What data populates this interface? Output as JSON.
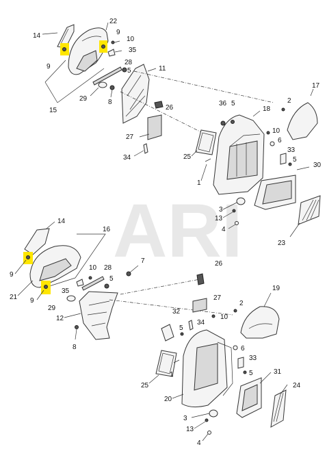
{
  "watermark": "ARI",
  "highlight_color": "#ffe600",
  "labels": {
    "a14": "14",
    "a22": "22",
    "a9r": "9",
    "a10": "10",
    "a35": "35",
    "a9l": "9",
    "a28": "28",
    "a5": "5",
    "a11": "11",
    "a15": "15",
    "a29": "29",
    "a8": "8",
    "a26": "26",
    "a27": "27",
    "a34": "34",
    "a36": "36",
    "a5b": "5",
    "a18": "18",
    "a17": "17",
    "a2": "2",
    "a10b": "10",
    "a6": "6",
    "a33": "33",
    "a5c": "5",
    "a30": "30",
    "a25": "25",
    "a1": "1",
    "a3": "3",
    "a13": "13",
    "a4": "4",
    "a23": "23",
    "b14": "14",
    "b16": "16",
    "b9": "9",
    "b21": "21",
    "b9b": "9",
    "b10": "10",
    "b28": "28",
    "b5": "5",
    "b7": "7",
    "b35": "35",
    "b29": "29",
    "b12": "12",
    "b8": "8",
    "b26": "26",
    "b27": "27",
    "b32": "32",
    "b34": "34",
    "b5b": "5",
    "b10b": "10",
    "b2": "2",
    "b19": "19",
    "b6": "6",
    "b33": "33",
    "b5c": "5",
    "b31": "31",
    "b25": "25",
    "b1": "1",
    "b20": "20",
    "b24": "24",
    "b3": "3",
    "b13": "13",
    "b4": "4"
  }
}
